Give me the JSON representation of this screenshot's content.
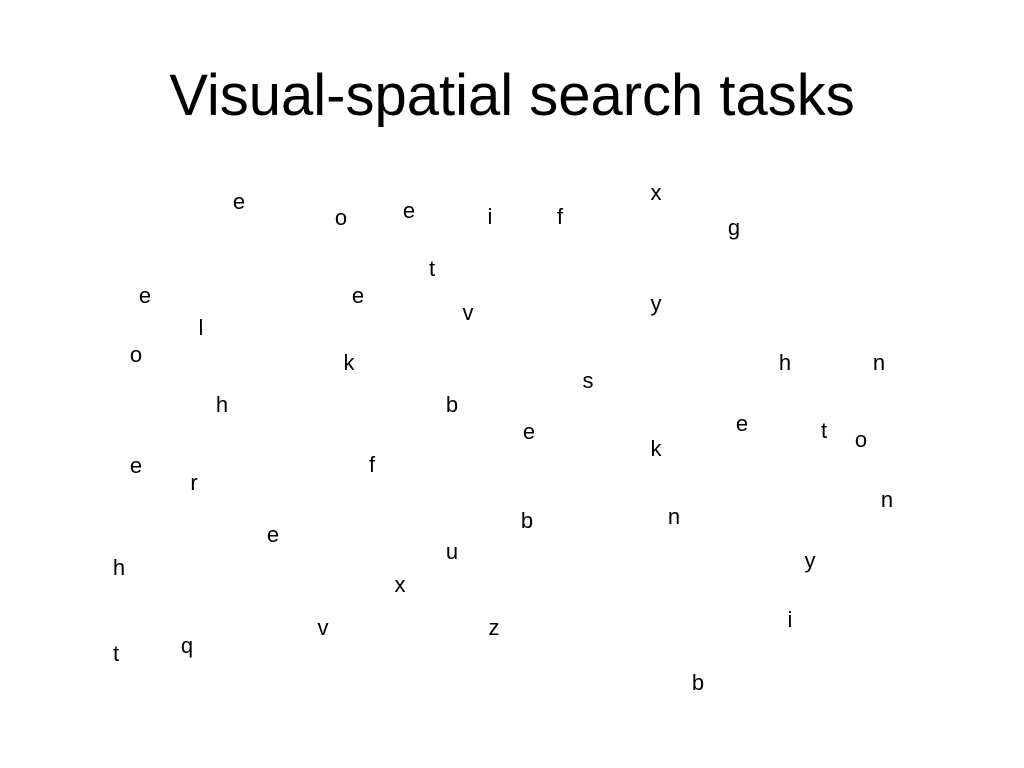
{
  "slide": {
    "title": "Visual-spatial search tasks"
  },
  "letters": [
    "e",
    "o",
    "e",
    "i",
    "f",
    "x",
    "g",
    "t",
    "e",
    "e",
    "v",
    "y",
    "l",
    "o",
    "k",
    "h",
    "n",
    "s",
    "h",
    "b",
    "e",
    "e",
    "t",
    "o",
    "k",
    "e",
    "f",
    "r",
    "n",
    "b",
    "n",
    "e",
    "u",
    "h",
    "y",
    "x",
    "v",
    "z",
    "i",
    "t",
    "q",
    "b"
  ]
}
